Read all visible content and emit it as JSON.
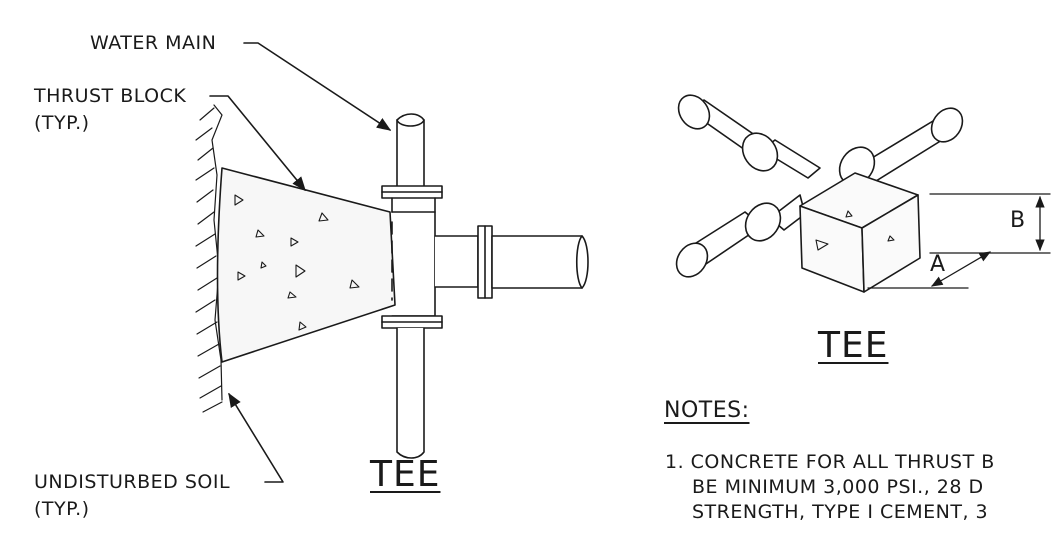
{
  "left_view": {
    "water_main_label": "WATER MAIN",
    "thrust_block_label": "THRUST BLOCK",
    "thrust_block_typ": "(TYP.)",
    "soil_label": "UNDISTURBED SOIL",
    "soil_typ": "(TYP.)",
    "caption": "TEE"
  },
  "right_view": {
    "dim_b": "B",
    "dim_a": "A",
    "caption": "TEE"
  },
  "notes": {
    "heading": "NOTES:",
    "line_1": "1. CONCRETE FOR ALL THRUST B",
    "line_2": "BE MINIMUM 3,000 PSI., 28 D",
    "line_3": "STRENGTH, TYPE I CEMENT, 3"
  },
  "colors": {
    "ink": "#1a1a1a",
    "paper": "#ffffff"
  }
}
